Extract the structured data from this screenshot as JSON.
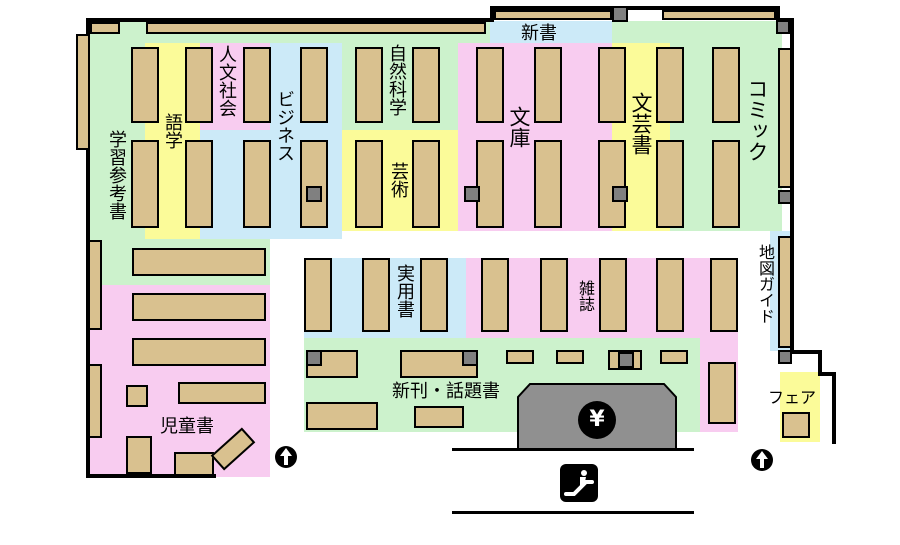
{
  "colors": {
    "green": "#ccf2cc",
    "pink": "#f8ccf0",
    "blue": "#cceaf8",
    "yellow": "#fbfb99",
    "shelf": "#d9c18f",
    "cashier": "#909090"
  },
  "labels": {
    "shinsho": "新書",
    "jinbun": "人文社会",
    "shizen": "自然科学",
    "business": "ビジネス",
    "gogaku": "語学",
    "gakushu": "学習参考書",
    "bunko": "文庫",
    "bungei": "文芸書",
    "comic": "コミック",
    "geijutsu": "芸術",
    "jitsuyo": "実用書",
    "zasshi": "雑誌",
    "chizu": "地図ガイド",
    "shinkan": "新刊・話題書",
    "jidou": "児童書",
    "fair": "フェア"
  },
  "icons": {
    "cashier": "yen-icon",
    "escalator": "escalator-icon",
    "entrance": "up-arrow-icon"
  }
}
